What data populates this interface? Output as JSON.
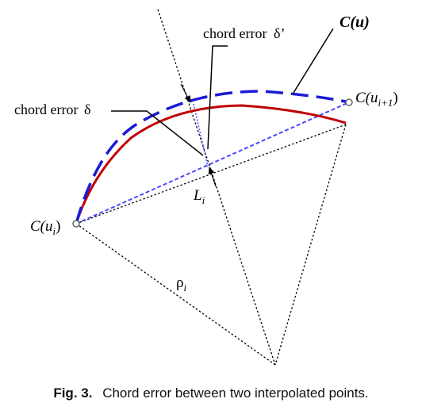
{
  "labels": {
    "curve": "C(u)",
    "chord_error": "chord error",
    "delta": "δ",
    "delta_prime": "δ’",
    "point_start": "C(u",
    "point_start_sub": "i",
    "point_end": "C(u",
    "point_end_sub": "i+1",
    "chord_length": "L",
    "chord_length_sub": "i",
    "radius": "ρ",
    "radius_sub": "i",
    "close_paren": ")"
  },
  "caption": {
    "fig_label": "Fig. 3.",
    "text": "Chord error between two interpolated points."
  },
  "colors": {
    "curve_dashed": "#1a1ad6",
    "arc_solid": "#c00000",
    "chord_blue": "#4a4aff",
    "construction": "#000000"
  }
}
